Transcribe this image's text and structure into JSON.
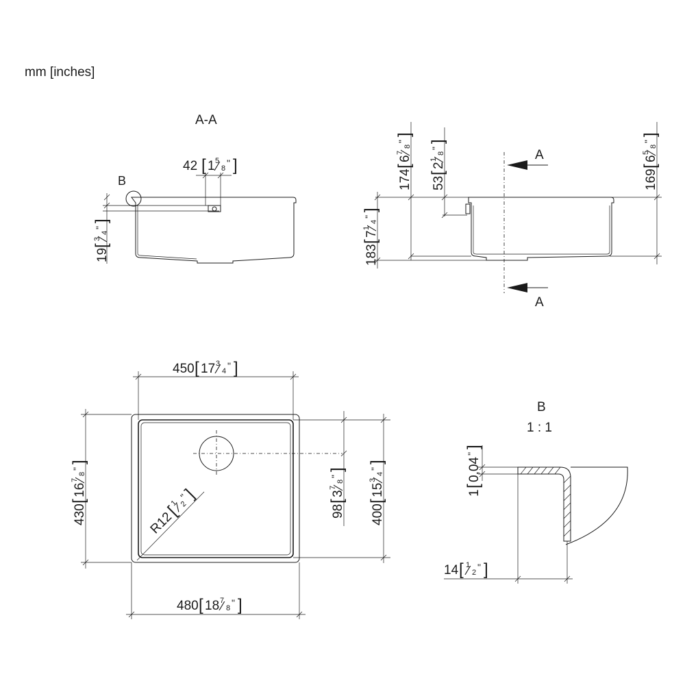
{
  "units_label": "mm [inches]",
  "section_view": {
    "title": "A-A",
    "detail_callout": "B",
    "dim_drain_width": {
      "mm": "42",
      "whole": "1",
      "num": "5",
      "den": "8",
      "suffix": "\""
    },
    "dim_rim_height": {
      "mm": "19",
      "whole": "",
      "num": "3",
      "den": "4",
      "suffix": "\""
    }
  },
  "side_view": {
    "section_label_top": "A",
    "section_label_bottom": "A",
    "dim_overall_depth_left": {
      "mm": "174",
      "whole": "6",
      "num": "7",
      "den": "8",
      "suffix": "\""
    },
    "dim_overflow": {
      "mm": "53",
      "whole": "2",
      "num": "1",
      "den": "8",
      "suffix": "\""
    },
    "dim_overall_depth_right": {
      "mm": "169",
      "whole": "6",
      "num": "5",
      "den": "8",
      "suffix": "\""
    },
    "dim_total_height": {
      "mm": "183",
      "whole": "7",
      "num": "1",
      "den": "4",
      "suffix": "\""
    }
  },
  "plan_view": {
    "dim_inner_width": {
      "mm": "450",
      "whole": "17",
      "num": "3",
      "den": "4",
      "suffix": "\""
    },
    "dim_outer_width": {
      "mm": "480",
      "whole": "18",
      "num": "7",
      "den": "8",
      "suffix": "\""
    },
    "dim_outer_depth": {
      "mm": "430",
      "whole": "16",
      "num": "7",
      "den": "8",
      "suffix": "\""
    },
    "dim_inner_depth": {
      "mm": "400",
      "whole": "15",
      "num": "3",
      "den": "4",
      "suffix": "\""
    },
    "dim_drain_offset": {
      "mm": "98",
      "whole": "3",
      "num": "7",
      "den": "8",
      "suffix": "\""
    },
    "dim_corner_radius": {
      "mm": "R12",
      "whole": "",
      "num": "1",
      "den": "2",
      "suffix": "\""
    }
  },
  "detail_view": {
    "title": "B",
    "scale": "1 : 1",
    "dim_material": {
      "mm": "1",
      "whole": "",
      "num": "0,04",
      "den": "",
      "suffix": "\""
    },
    "dim_rim_width": {
      "mm": "14",
      "whole": "",
      "num": "1",
      "den": "2",
      "suffix": "\""
    }
  }
}
